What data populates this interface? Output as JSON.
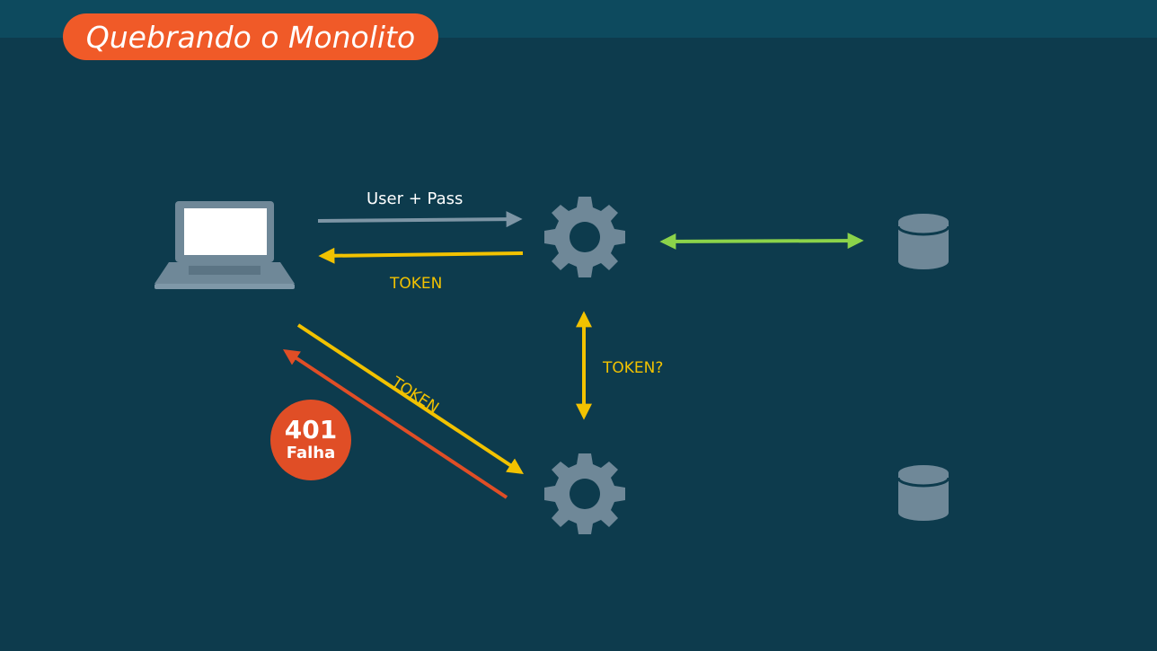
{
  "title": "Quebrando o Monolito",
  "labels": {
    "user_pass": "User + Pass",
    "token_return": "TOKEN",
    "token_diagonal": "TOKEN",
    "token_check": "TOKEN?"
  },
  "error_badge": {
    "code": "401",
    "text": "Falha"
  },
  "colors": {
    "background": "#0d3b4d",
    "accent_orange": "#f05a28",
    "token_yellow": "#f2c200",
    "db_link_green": "#8bd34a",
    "request_gray": "#7d95a5",
    "error_red": "#e04e26",
    "icon_gray": "#6f8898"
  },
  "icons": [
    "laptop-icon",
    "gear-icon",
    "gear-icon",
    "database-icon",
    "database-icon"
  ]
}
